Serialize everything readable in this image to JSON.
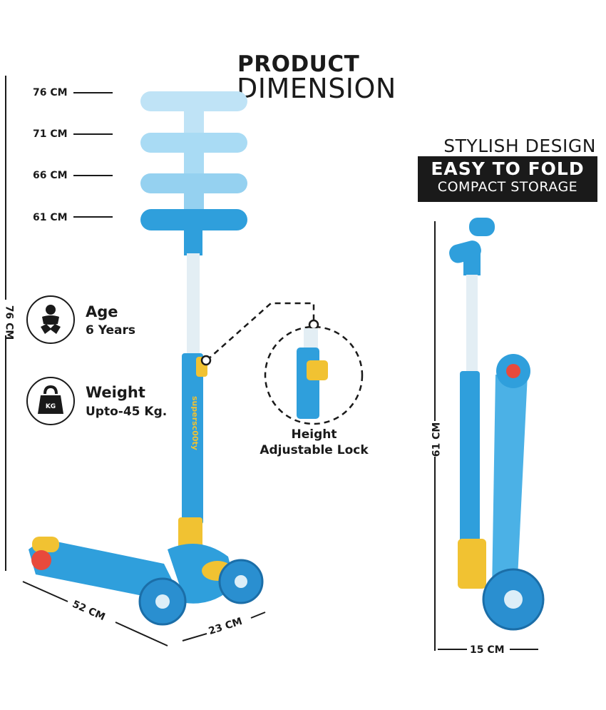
{
  "title": {
    "line1": "PRODUCT",
    "line2": "DIMENSION"
  },
  "height_marks": [
    "76 CM",
    "71 CM",
    "66 CM",
    "61 CM"
  ],
  "total_height": "76 CM",
  "features": {
    "tagline": "STYLISH DESIGN",
    "highlight": "EASY TO FOLD",
    "sub": "COMPACT STORAGE"
  },
  "age": {
    "icon": "baby-icon",
    "title": "Age",
    "value": "6 Years"
  },
  "weight": {
    "icon": "kettlebell-icon",
    "title": "Weight",
    "value": "Upto-45 Kg.",
    "badge": "KG"
  },
  "lock": {
    "line1": "Height",
    "line2": "Adjustable Lock"
  },
  "brand_text": "supersc00ty",
  "dimensions": {
    "length": "52 CM",
    "width": "23 CM",
    "folded_height": "61 CM",
    "folded_width": "15 CM"
  },
  "colors": {
    "accent_blue": "#2f9fdc",
    "light_blue": "#a8d8f2",
    "yellow": "#f1c232",
    "dark": "#1a1a1a"
  }
}
